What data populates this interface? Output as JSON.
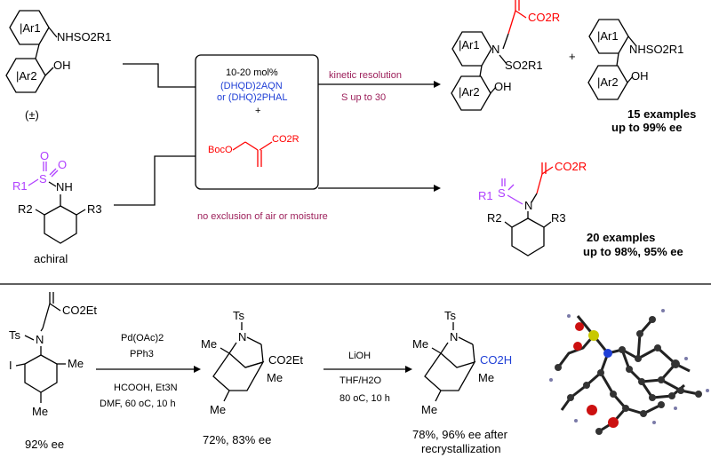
{
  "top_scheme": {
    "reactant1": {
      "ar1": "Ar1",
      "ar2": "Ar2",
      "sulfonamide": "NHSO2R1",
      "hydroxyl": "OH",
      "racemic": "(±)"
    },
    "reactant2": {
      "r1": "R1",
      "s": "S",
      "o_top": "O",
      "o_right": "O",
      "nh": "NH",
      "r2": "R2",
      "r3": "R3",
      "achiral": "achiral"
    },
    "conditions": {
      "catalyst_loading": "10-20 mol%",
      "catalyst_a": "(DHQD)2AQN",
      "catalyst_b": "or (DHQ)2PHAL",
      "plus": "+",
      "reagent_left": "BocO",
      "reagent_right": "CO2R",
      "kinetic_resolution": "kinetic resolution",
      "selectivity": "S up to 30",
      "no_exclusion": "no exclusion of air or moisture"
    },
    "product1": {
      "co2r": "CO2R",
      "ar1": "Ar1",
      "n": "N",
      "so2r1": "SO2R1",
      "ar2": "Ar2",
      "oh": "OH"
    },
    "plus": "+",
    "recovered": {
      "ar1": "Ar1",
      "nhso2r1": "NHSO2R1",
      "ar2": "Ar2",
      "oh": "OH",
      "examples": "15 examples",
      "ee": "up to 99% ee"
    },
    "product2": {
      "co2r": "CO2R",
      "r1": "R1",
      "s": "S",
      "n": "N",
      "r2": "R2",
      "r3": "R3",
      "examples": "20 examples",
      "ee": "up to 98%, 95% ee"
    }
  },
  "bottom_scheme": {
    "substrate": {
      "co2et": "CO2Et",
      "ts": "Ts",
      "n": "N",
      "i": "I",
      "me_right": "Me",
      "me_bottom": "Me",
      "ee": "92% ee"
    },
    "step1": {
      "cat": "Pd(OAc)2",
      "ligand": "PPh3",
      "reagents": "HCOOH, Et3N",
      "conditions": "DMF, 60 oC, 10 h"
    },
    "indoline": {
      "ts": "Ts",
      "n": "N",
      "me_left": "Me",
      "co2et": "CO2Et",
      "me_quat": "Me",
      "me_bottom": "Me",
      "yield": "72%, 83% ee"
    },
    "step2": {
      "reagent": "LiOH",
      "solvent": "THF/H2O",
      "conditions": "80 oC, 10 h"
    },
    "acid": {
      "ts": "Ts",
      "n": "N",
      "me_left": "Me",
      "co2h": "CO2H",
      "me_quat": "Me",
      "me_bottom": "Me",
      "yield_line1": "78%, 96% ee after",
      "yield_line2": "recrystallization"
    }
  }
}
